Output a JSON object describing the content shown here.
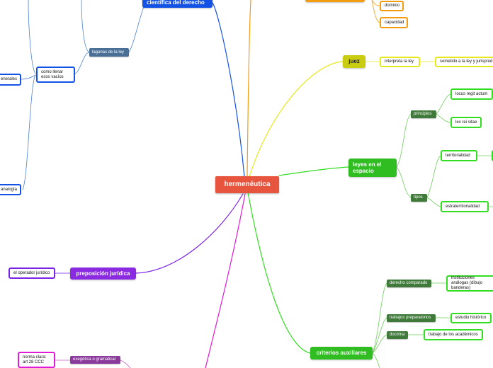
{
  "colors": {
    "center": "#e8553f",
    "blue": "#1452e6",
    "blue_sub": "#4a6f96",
    "orange": "#f39c12",
    "yellow": "#e5e81a",
    "yellow_node": "#c9cc10",
    "green": "#33dd22",
    "green_node": "#2fbd22",
    "green_sub": "#3f7a3a",
    "purple": "#7a22e6",
    "magenta": "#e11ad9",
    "magenta_sub": "#8a3a9a"
  },
  "nodes": {
    "center": "hermenéutica",
    "cientifica": "científica del derecho",
    "lagunas": "lagunas de la ley",
    "como_llenar": "como llenar esos  vacíos",
    "generales": "enerales",
    "analogia": "analogía",
    "dominio": "dominio",
    "capacidad": "capacidad",
    "juez": "juez",
    "interpreta": "interpreta la ley",
    "sometido": "sometido a la ley y jurisprud",
    "leyes_espacio": "leyes en el espacio",
    "principios": "principios",
    "locus": "locus regit actum",
    "lex_rei": "lex rei sitae",
    "tipos": "tipos",
    "territorialidad": "territorialidad",
    "extraterritorialidad": "estraterritorialidad",
    "preposicion": "preposición jurídica",
    "operador": "el operador jurídico",
    "criterios": "criterios auxiliares",
    "derecho_comparado": "derecho comparado",
    "instituciones": "instituciones análogas (dibujo banderas)",
    "trabajos": "trabajos preparatorios",
    "estudio": "estudio histórico",
    "doctrina": "doctrina",
    "trabajo_academicos": "trabajo de los académicos",
    "exegetica": "exegética o gramatical",
    "norma_clara": "norma clara: art 28 CCC"
  }
}
